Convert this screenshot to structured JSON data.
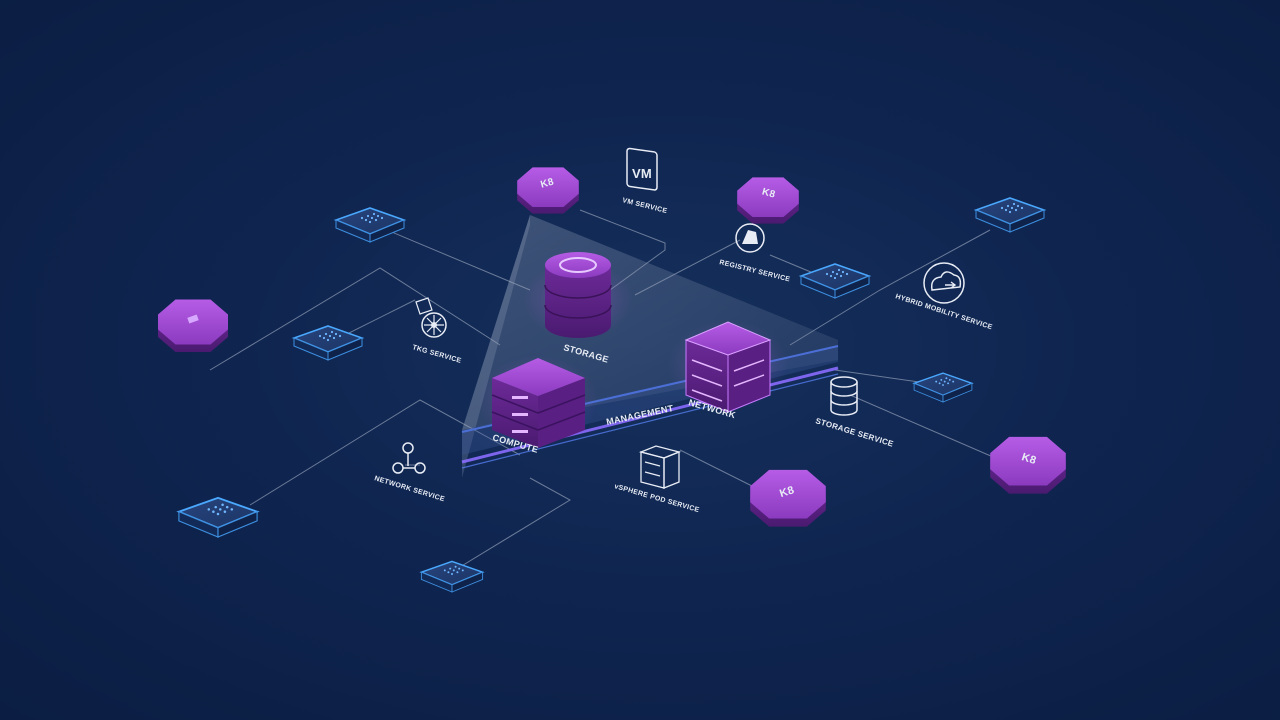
{
  "diagram": {
    "core": {
      "storage": "STORAGE",
      "compute": "COMPUTE",
      "management": "MANAGEMENT",
      "network": "NETWORK"
    },
    "services": {
      "vm": "VM SERVICE",
      "registry": "REGISTRY SERVICE",
      "hybrid_mobility": "HYBRID MOBILITY SERVICE",
      "tkg": "TKG SERVICE",
      "storage_service": "STORAGE SERVICE",
      "network_service": "NETWORK SERVICE",
      "vsphere_pod": "vSPHERE POD SERVICE"
    },
    "icon_text": {
      "vm": "VM",
      "k8": "K8"
    }
  },
  "colors": {
    "background": "#0f2550",
    "purple": "#9b45c9",
    "purple_dark": "#5e2385",
    "blue_edge": "#4aa8ff",
    "line": "#8a97b0"
  }
}
